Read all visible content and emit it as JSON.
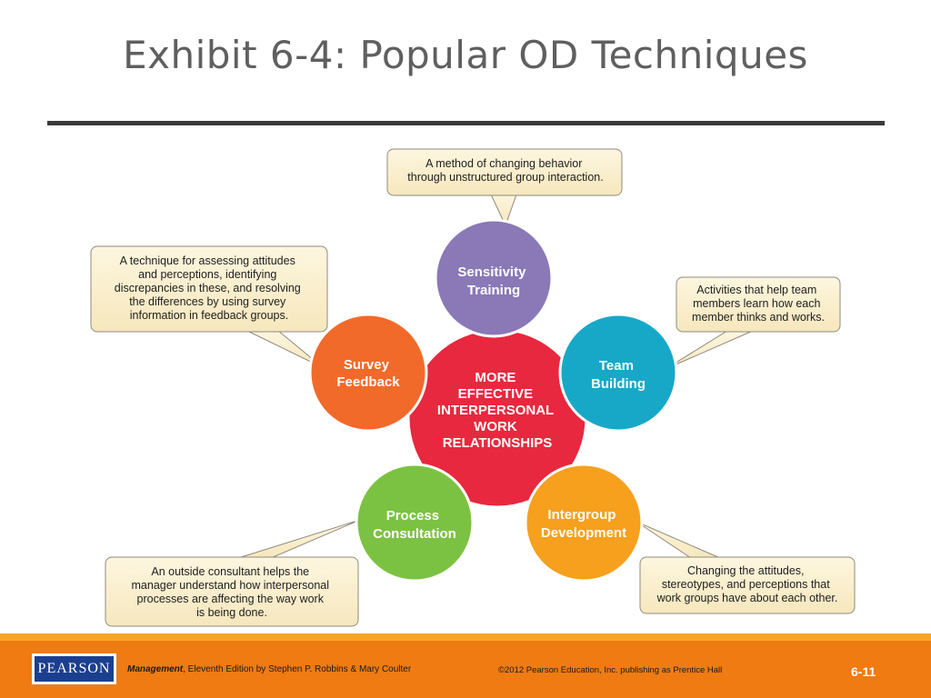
{
  "title": "Exhibit 6-4: Popular OD Techniques",
  "center": {
    "lines": [
      "MORE",
      "EFFECTIVE",
      "INTERPERSONAL",
      "WORK",
      "RELATIONSHIPS"
    ],
    "color": "#e8283e"
  },
  "techniques": [
    {
      "id": "sensitivity",
      "lines": [
        "Sensitivity",
        "Training"
      ],
      "color": "#8a78b7",
      "callout": [
        "A method of changing behavior",
        "through unstructured group interaction."
      ]
    },
    {
      "id": "team",
      "lines": [
        "Team",
        "Building"
      ],
      "color": "#17a8c8",
      "callout": [
        "Activities that help team",
        "members learn how each",
        "member thinks and works."
      ]
    },
    {
      "id": "intergroup",
      "lines": [
        "Intergroup",
        "Development"
      ],
      "color": "#f6a01e",
      "callout": [
        "Changing the attitudes,",
        "stereotypes, and perceptions that",
        "work groups have about each other."
      ]
    },
    {
      "id": "process",
      "lines": [
        "Process",
        "Consultation"
      ],
      "color": "#7cc242",
      "callout": [
        "An outside consultant helps the",
        "manager understand how interpersonal",
        "processes are affecting the way work",
        "is being done."
      ]
    },
    {
      "id": "survey",
      "lines": [
        "Survey",
        "Feedback"
      ],
      "color": "#f26a2a",
      "callout": [
        "A technique for assessing attitudes",
        "and perceptions, identifying",
        "discrepancies in these, and resolving",
        "the differences by using survey",
        "information in feedback groups."
      ]
    }
  ],
  "footer": {
    "logo": "PEARSON",
    "book": "Management",
    "credit": ", Eleventh Edition by Stephen P. Robbins & Mary Coulter",
    "copyright": "©2012 Pearson Education, Inc. publishing as Prentice Hall",
    "page": "6-11"
  }
}
